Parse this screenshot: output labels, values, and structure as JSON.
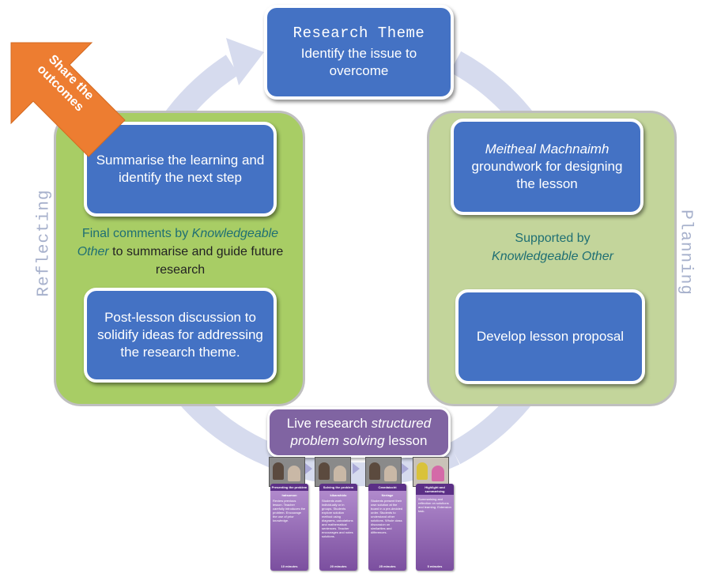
{
  "diagram": {
    "research_theme": {
      "title": "Research Theme",
      "text": "Identify the issue to overcome"
    },
    "planning": {
      "side_label": "Planning",
      "groundwork": {
        "italic": "Meitheal Machnaimh",
        "text": "groundwork for designing the lesson"
      },
      "support_note": {
        "prefix": "Supported by",
        "italic": "Knowledgeable Other"
      },
      "proposal": "Develop lesson  proposal"
    },
    "live_lesson": {
      "prefix": "Live research",
      "italic": "structured problem solving",
      "suffix": "lesson",
      "stages": [
        {
          "title": "Presenting the problem",
          "japanese": "hatsumon",
          "body": "Review previous lesson. Teacher carefully introduces the problem. Encourage the use of prior knowledge.",
          "time": "10 minutes"
        },
        {
          "title": "Solving the problem",
          "japanese": "kikanshido",
          "body": "Students work individually or in groups. Students explore solution method using diagrams, calculations and mathematical sentences. Teacher encourages and notes solutions.",
          "time": "20 minutes"
        },
        {
          "title": "Ceardaíocht",
          "japanese": "Neriage",
          "body": "Students present their own solution at the board in a pre-decided order. Students to understand other solutions. Whole class discussion on similarities and differences.",
          "time": "25 minutes"
        },
        {
          "title": "Highlight and summarising",
          "japanese": "",
          "body": "Summarising and reflection on solutions and learning. Extension task.",
          "time": "5 minutes"
        }
      ]
    },
    "reflecting": {
      "side_label": "Reflecting",
      "summarise": "Summarise the learning and identify the next step",
      "final_note": {
        "prefix": "Final comments by",
        "italic": "Knowledgeable Other",
        "suffix": "to summarise and guide future research"
      },
      "discussion": "Post-lesson discussion to solidify ideas for addressing the research theme."
    },
    "share": "Share the outcomes"
  },
  "colors": {
    "box_blue": "#4472c4",
    "left_panel": "#a8cd65",
    "right_panel": "#c3d59b",
    "live_purple": "#8064a2",
    "share_orange": "#ed7d31",
    "ring": "#d6dbee",
    "note_teal": "#1f6f73"
  }
}
